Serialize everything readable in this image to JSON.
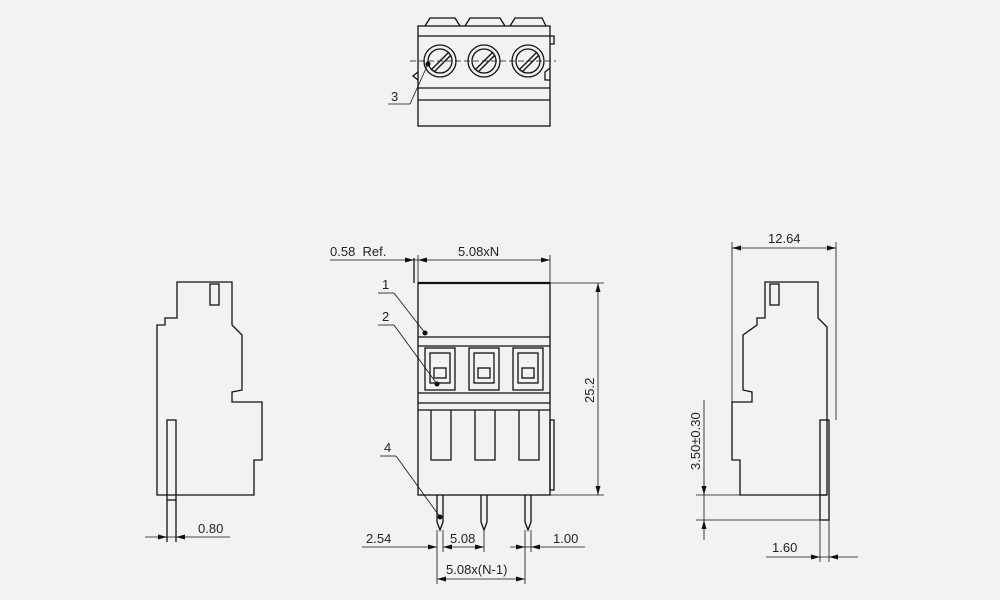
{
  "labels": {
    "callout_1": "1",
    "callout_2": "2",
    "callout_3": "3",
    "callout_4": "4"
  },
  "dimensions": {
    "ref_thickness": "0.58  Ref.",
    "pitch_top": "5.08xN",
    "height": "25.2",
    "width_side": "12.64",
    "pin_standoff": "3.50±0.30",
    "pin_width_left": "0.80",
    "pin_width_right": "1.60",
    "pin_offset": "2.54",
    "pitch_bottom": "5.08",
    "pin_size": "1.00",
    "pitch_total": "5.08x(N-1)"
  }
}
